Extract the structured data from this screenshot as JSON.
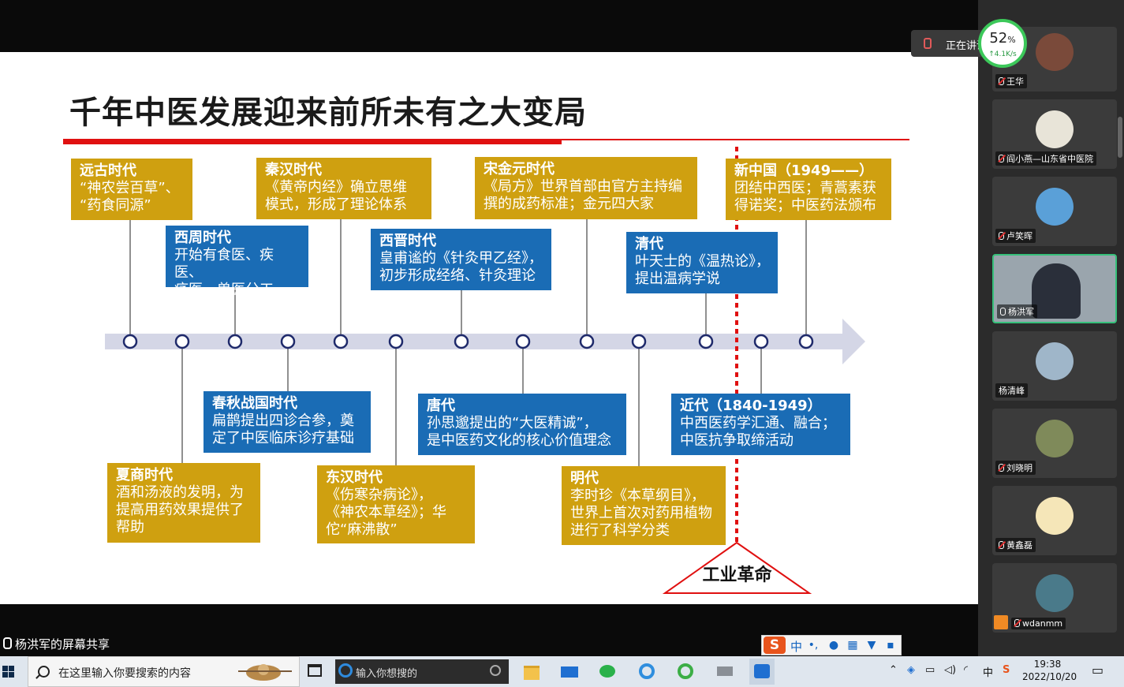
{
  "slide": {
    "title": "千年中医发展迎来前所未有之大变局",
    "eras_top": [
      {
        "era": "远古时代",
        "desc": "“神农尝百草”、\n“药食同源”",
        "color": "gold"
      },
      {
        "era": "西周时代",
        "desc": "开始有食医、疾医、\n疡医、兽医分工",
        "color": "blue"
      },
      {
        "era": "秦汉时代",
        "desc": "《黄帝内经》确立思维\n模式，形成了理论体系",
        "color": "gold"
      },
      {
        "era": "西晋时代",
        "desc": "皇甫谧的《针灸甲乙经》，\n初步形成经络、针灸理论",
        "color": "blue"
      },
      {
        "era": "宋金元时代",
        "desc": "《局方》世界首部由官方主持编\n撰的成药标准；金元四大家",
        "color": "gold"
      },
      {
        "era": "清代",
        "desc": "叶天士的《温热论》，\n提出温病学说",
        "color": "blue"
      },
      {
        "era": "新中国（1949——）",
        "desc": "团结中西医；青蒿素获\n得诺奖；中医药法颁布",
        "color": "gold"
      }
    ],
    "eras_bottom": [
      {
        "era": "春秋战国时代",
        "desc": "扁鹊提出四诊合参，奠\n定了中医临床诊疗基础",
        "color": "blue"
      },
      {
        "era": "夏商时代",
        "desc": "酒和汤液的发明，为\n提高用药效果提供了\n帮助",
        "color": "gold"
      },
      {
        "era": "东汉时代",
        "desc": "《伤寒杂病论》，\n《神农本草经》；华\n佗“麻沸散”",
        "color": "gold"
      },
      {
        "era": "唐代",
        "desc": "孙思邈提出的“大医精诚”，\n是中医药文化的核心价值理念",
        "color": "blue"
      },
      {
        "era": "明代",
        "desc": "李时珍《本草纲目》，\n世界上首次对药用植物\n进行了科学分类",
        "color": "gold"
      },
      {
        "era": "近代（1840-1949）",
        "desc": "中西医药学汇通、融合；\n中医抗争取缔活动",
        "color": "blue"
      }
    ],
    "industrial_revolution": "工业革命",
    "colors": {
      "gold": "#cfa010",
      "blue": "#1a6cb5",
      "red": "#e01010",
      "arrow": "#d4d6e6"
    }
  },
  "screen_share_label": "杨洪军的屏幕共享",
  "speaking_indicator": "正在讲话",
  "network": {
    "percent": "52",
    "percent_unit": "%",
    "speed": "4.1K/s"
  },
  "participants": [
    {
      "name": "王华",
      "muted": true
    },
    {
      "name": "阎小燕—山东省中医院",
      "muted": true
    },
    {
      "name": "卢笑晖",
      "muted": true
    },
    {
      "name": "杨洪军",
      "muted": false,
      "active": true
    },
    {
      "name": "杨清峰",
      "muted": false
    },
    {
      "name": "刘晓明",
      "muted": true
    },
    {
      "name": "黄鑫磊",
      "muted": true
    },
    {
      "name": "wdanmm",
      "muted": true
    }
  ],
  "ime": {
    "logo": "S",
    "mode": "中",
    "icons": [
      "punct-icon",
      "mic-icon",
      "keyboard-icon",
      "shirt-icon",
      "grid-icon"
    ]
  },
  "taskbar": {
    "search_placeholder": "在这里输入你要搜索的内容",
    "browser_search_placeholder": "输入你想搜的",
    "apps": [
      "file-explorer-icon",
      "mail-icon",
      "wechat-icon",
      "edge-icon",
      "ie-icon",
      "printer-icon",
      "meeting-app-icon"
    ],
    "tray_ime": "中",
    "time": "19:38",
    "date": "2022/10/20"
  }
}
